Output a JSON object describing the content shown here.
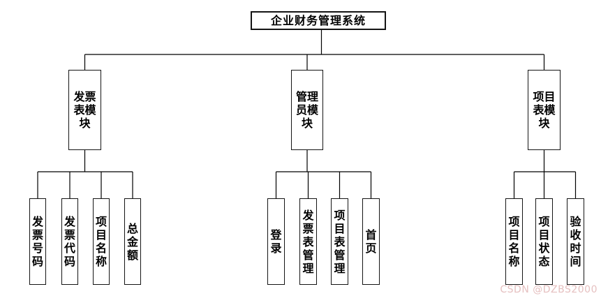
{
  "diagram": {
    "root_label": "企业财务管理系统",
    "modules": [
      {
        "label": "发票表模块",
        "children": [
          "发票号码",
          "发票代码",
          "项目名称",
          "总金额"
        ]
      },
      {
        "label": "管理员模块",
        "children": [
          "登录",
          "发票表管理",
          "项目表管理",
          "首页"
        ]
      },
      {
        "label": "项目表模块",
        "children": [
          "项目名称",
          "项目状态",
          "验收时间"
        ]
      }
    ],
    "watermark": "CSDN @DZBS2000",
    "colors": {
      "line": "#000000",
      "box_border": "#141414",
      "background": "#ffffff",
      "watermark_text": "#e6c0c0"
    }
  }
}
